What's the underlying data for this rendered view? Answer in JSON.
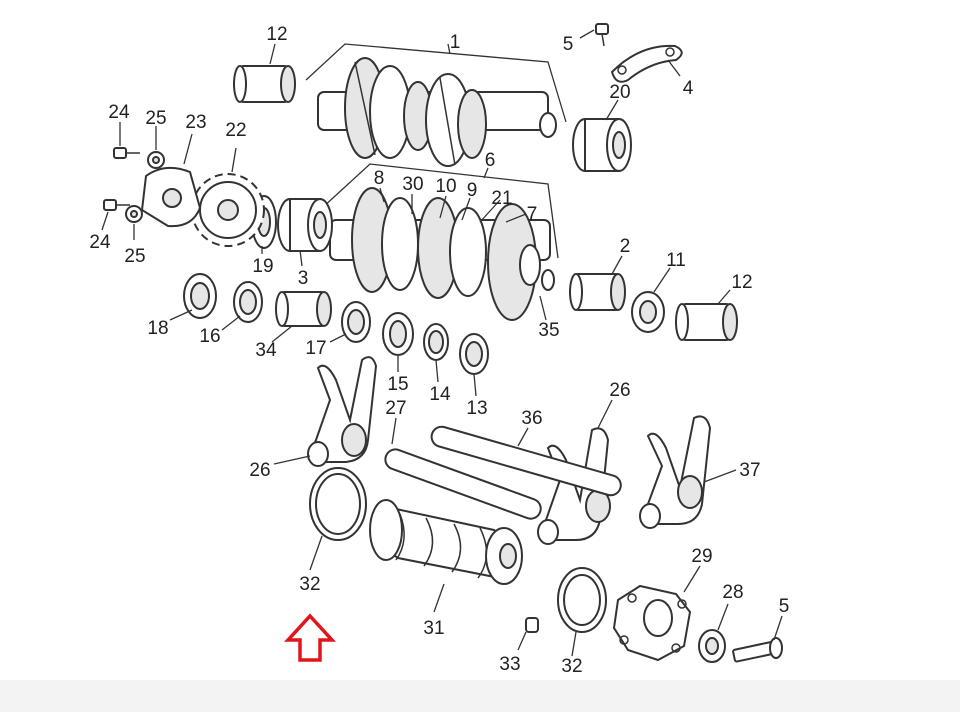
{
  "labels": [
    "1",
    "2",
    "3",
    "4",
    "5",
    "6",
    "7",
    "8",
    "9",
    "10",
    "11",
    "12",
    "13",
    "14",
    "15",
    "16",
    "17",
    "18",
    "19",
    "20",
    "21",
    "22",
    "23",
    "24",
    "25",
    "26",
    "27",
    "28",
    "29",
    "30",
    "31",
    "32",
    "33",
    "34",
    "35",
    "36",
    "37"
  ],
  "colors": {
    "arrow": "#e0161b",
    "line": "#333333",
    "footer": "#f3f3f3"
  }
}
